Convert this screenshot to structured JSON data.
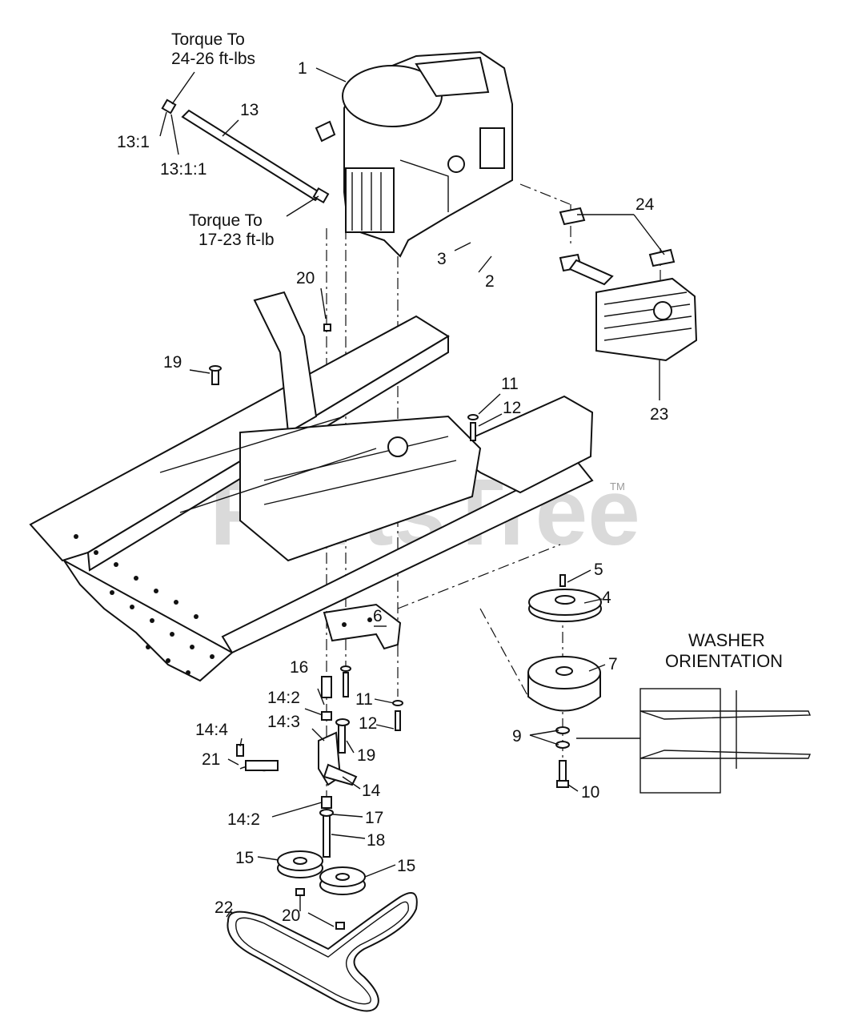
{
  "watermark": {
    "text": "PartsTree",
    "tm": "TM"
  },
  "notes": {
    "torque_top_line1": "Torque To",
    "torque_top_line2": "24-26 ft-lbs",
    "torque_bottom_line1": "Torque To",
    "torque_bottom_line2": "17-23 ft-lb"
  },
  "washer_orientation": {
    "line1": "WASHER",
    "line2": "ORIENTATION"
  },
  "callouts": {
    "c1": "1",
    "c2": "2",
    "c3": "3",
    "c4": "4",
    "c5": "5",
    "c6": "6",
    "c7": "7",
    "c9": "9",
    "c10": "10",
    "c11a": "11",
    "c11b": "11",
    "c12a": "12",
    "c12b": "12",
    "c13": "13",
    "c13_1": "13:1",
    "c13_1_1": "13:1:1",
    "c14": "14",
    "c14_2a": "14:2",
    "c14_2b": "14:2",
    "c14_3": "14:3",
    "c14_4": "14:4",
    "c15a": "15",
    "c15b": "15",
    "c16": "16",
    "c17": "17",
    "c18": "18",
    "c19a": "19",
    "c19b": "19",
    "c20a": "20",
    "c20b": "20",
    "c21": "21",
    "c22": "22",
    "c23": "23",
    "c24": "24"
  },
  "colors": {
    "line": "#111111",
    "watermark": "#bdbdbd",
    "background": "#ffffff"
  }
}
